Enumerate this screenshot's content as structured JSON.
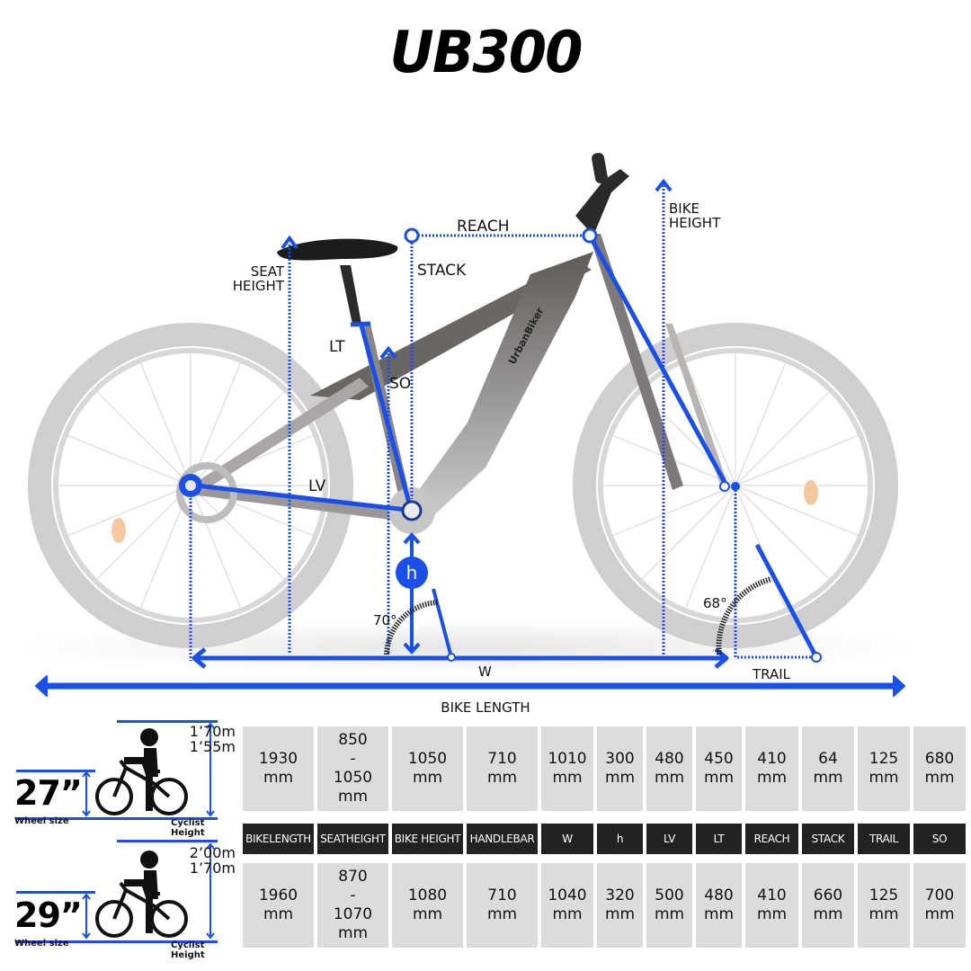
{
  "title": "UB300",
  "accent_color": "#1a4fe8",
  "diagram": {
    "labels": {
      "reach": "REACH",
      "bike_height_1": "BIKE",
      "bike_height_2": "HEIGHT",
      "seat_height_1": "SEAT",
      "seat_height_2": "HEIGHT",
      "stack": "STACK",
      "lt": "LT",
      "so": "SO",
      "lv": "LV",
      "h": "h",
      "angle_seat": "70°",
      "angle_head": "68°",
      "w": "W",
      "trail": "TRAIL",
      "bike_length": "BIKE LENGTH",
      "frame_brand": "UrbanBiker"
    }
  },
  "table": {
    "headers": [
      "BIKELENGTH",
      "SEATHEIGHT",
      "BIKE HEIGHT",
      "HANDLEBAR",
      "W",
      "h",
      "LV",
      "LT",
      "REACH",
      "STACK",
      "TRAIL",
      "SO"
    ],
    "sizes": [
      {
        "wheel": "27”",
        "wheel_caption": "Wheel size",
        "height_max": "1’70m",
        "height_min": "1’55m",
        "height_caption": "Cyclist Height",
        "values": [
          {
            "lines": [
              "1930",
              "mm"
            ]
          },
          {
            "lines": [
              "850",
              "-",
              "1050",
              "mm"
            ]
          },
          {
            "lines": [
              "1050",
              "mm"
            ]
          },
          {
            "lines": [
              "710",
              "mm"
            ]
          },
          {
            "lines": [
              "1010",
              "mm"
            ]
          },
          {
            "lines": [
              "300",
              "mm"
            ]
          },
          {
            "lines": [
              "480",
              "mm"
            ]
          },
          {
            "lines": [
              "450",
              "mm"
            ]
          },
          {
            "lines": [
              "410",
              "mm"
            ]
          },
          {
            "lines": [
              "64",
              "mm"
            ]
          },
          {
            "lines": [
              "125",
              "mm"
            ]
          },
          {
            "lines": [
              "680",
              "mm"
            ]
          }
        ]
      },
      {
        "wheel": "29”",
        "wheel_caption": "Wheel size",
        "height_max": "2’00m",
        "height_min": "1’70m",
        "height_caption": "Cyclist Height",
        "values": [
          {
            "lines": [
              "1960",
              "mm"
            ]
          },
          {
            "lines": [
              "870",
              "-",
              "1070",
              "mm"
            ]
          },
          {
            "lines": [
              "1080",
              "mm"
            ]
          },
          {
            "lines": [
              "710",
              "mm"
            ]
          },
          {
            "lines": [
              "1040",
              "mm"
            ]
          },
          {
            "lines": [
              "320",
              "mm"
            ]
          },
          {
            "lines": [
              "500",
              "mm"
            ]
          },
          {
            "lines": [
              "480",
              "mm"
            ]
          },
          {
            "lines": [
              "410",
              "mm"
            ]
          },
          {
            "lines": [
              "660",
              "mm"
            ]
          },
          {
            "lines": [
              "125",
              "mm"
            ]
          },
          {
            "lines": [
              "700",
              "mm"
            ]
          }
        ]
      }
    ]
  }
}
